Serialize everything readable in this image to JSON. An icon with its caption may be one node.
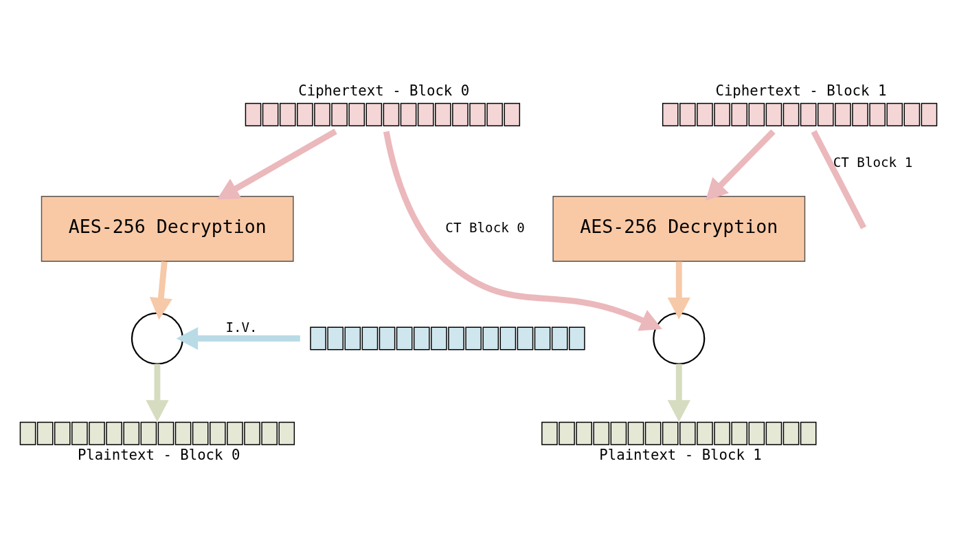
{
  "diagram": {
    "nodes": [
      {
        "text": [
          "Ciphertext - Block 0"
        ]
      },
      {
        "text": [
          "Ciphertext - Block 1"
        ]
      },
      {
        "text": [
          "AES-256 Decryption"
        ]
      },
      {
        "text": [
          "AES-256 Decryption"
        ]
      },
      {
        "text": [],
        "shape": "bar"
      },
      {
        "text": [],
        "shape": "circle"
      },
      {
        "text": [],
        "shape": "circle"
      },
      {
        "text": [
          "Plaintext - Block 0"
        ]
      },
      {
        "text": [
          "Plaintext - Block 1"
        ]
      }
    ],
    "edges": [
      {
        "from": 0,
        "to": 2,
        "arrow": "to"
      },
      {
        "from": 0,
        "to": 6,
        "arrow": "to",
        "label": "CT Block 0"
      },
      {
        "from": 1,
        "to": 3,
        "arrow": "to"
      },
      {
        "from": 1,
        "to": null,
        "arrow": "none",
        "label": "CT Block 1"
      },
      {
        "from": 2,
        "to": 5,
        "arrow": "to",
        "color": "#f6c9a8"
      },
      {
        "from": 3,
        "to": 6,
        "arrow": "to",
        "color": "#f6c9a8"
      },
      {
        "from": 4,
        "to": 5,
        "arrow": "to",
        "label": "I.V.",
        "color": "#b9dbe6"
      },
      {
        "from": 5,
        "to": 7,
        "arrow": "to",
        "color": "#d6dcc0"
      },
      {
        "from": 6,
        "to": 8,
        "arrow": "to",
        "color": "#d6dcc0"
      }
    ]
  }
}
